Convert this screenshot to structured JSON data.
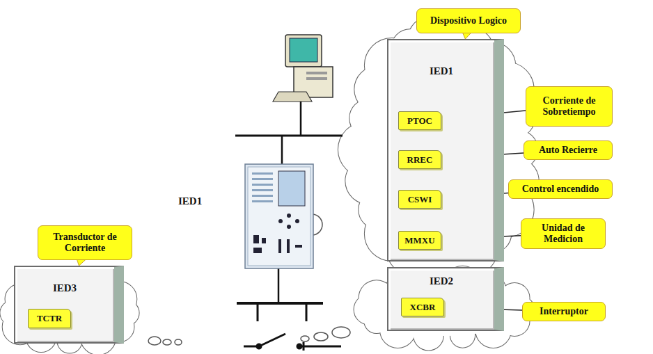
{
  "diagram": {
    "nodes": [
      {
        "text": [
          "Dispositivo Logico"
        ]
      },
      {
        "text": [
          "IED1"
        ]
      },
      {
        "text": [
          "PTOC"
        ],
        "in": 1
      },
      {
        "text": [
          "RREC"
        ],
        "in": 1
      },
      {
        "text": [
          "CSWI"
        ],
        "in": 1
      },
      {
        "text": [
          "MMXU"
        ],
        "in": 1
      },
      {
        "text": [
          "Corriente de Sobretiempo"
        ]
      },
      {
        "text": [
          "Auto Recierre"
        ]
      },
      {
        "text": [
          "Control encendido"
        ]
      },
      {
        "text": [
          "Unidad de Medicion"
        ]
      },
      {
        "text": [
          "Transductor de Corriente"
        ]
      },
      {
        "text": [
          "IED3"
        ]
      },
      {
        "text": [
          "TCTR"
        ],
        "in": 11
      },
      {
        "text": [
          "IED2"
        ]
      },
      {
        "text": [
          "XCBR"
        ],
        "in": 13
      },
      {
        "text": [
          "Interruptor"
        ]
      }
    ],
    "edges": [
      {
        "from": 0,
        "to": 1,
        "arrow": "none"
      },
      {
        "from": 6,
        "to": 2,
        "arrow": "none"
      },
      {
        "from": 7,
        "to": 3,
        "arrow": "none"
      },
      {
        "from": 8,
        "to": 4,
        "arrow": "none"
      },
      {
        "from": 9,
        "to": 5,
        "arrow": "none"
      },
      {
        "from": 10,
        "to": 11,
        "arrow": "none"
      },
      {
        "from": 15,
        "to": 14,
        "arrow": "none"
      }
    ],
    "labels": [
      "IED1"
    ]
  }
}
